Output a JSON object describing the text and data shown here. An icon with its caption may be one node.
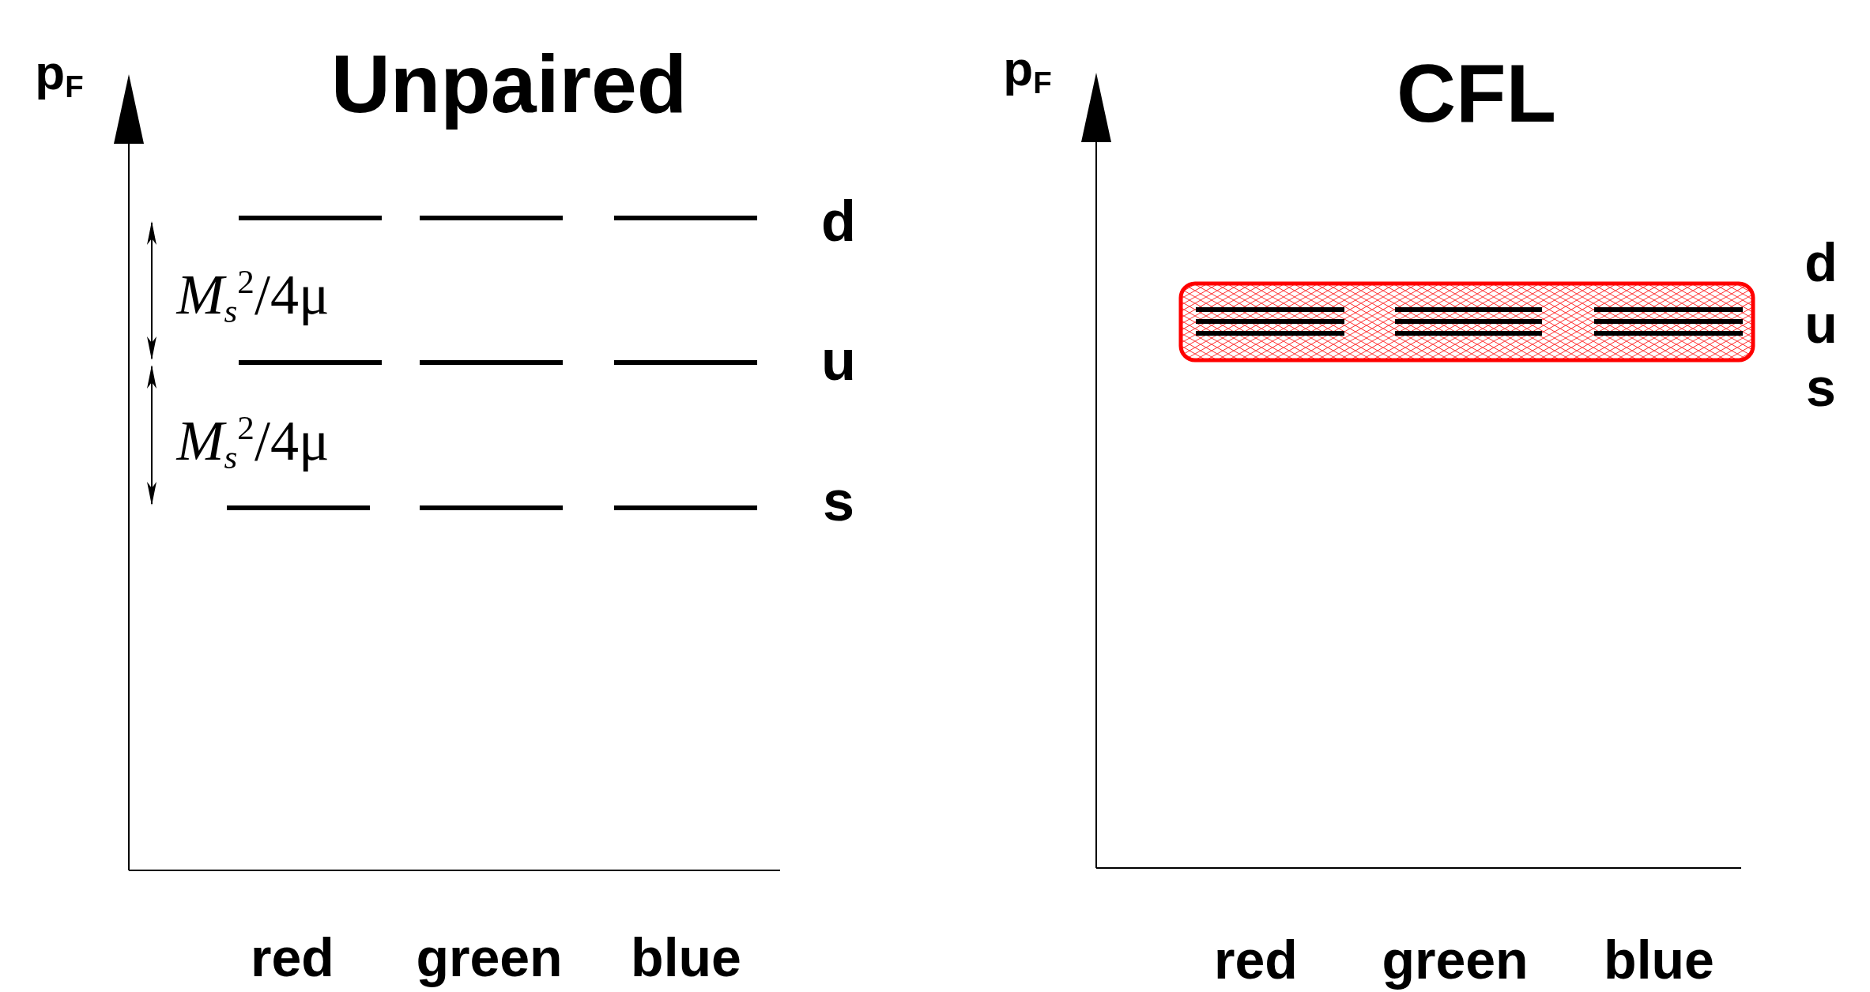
{
  "diagram": {
    "labels": [
      "p$_{F}$",
      "Unpaired",
      "p$_{F}$",
      "CFL",
      "d",
      "*M*$_{s}$$^{2}$/4μ",
      "d",
      "u",
      "u",
      "*M*$_{s}$$^{2}$/4μ",
      "s",
      "s",
      "red",
      "green",
      "blue",
      "red",
      "green",
      "blue"
    ]
  }
}
